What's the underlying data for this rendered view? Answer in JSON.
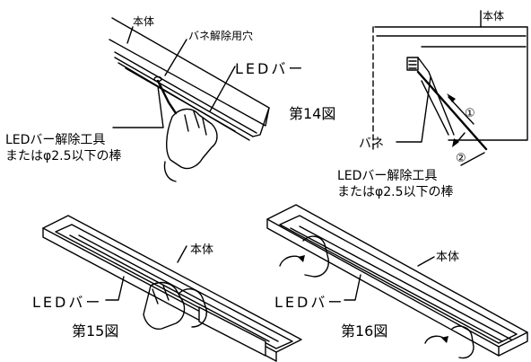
{
  "labels": {
    "main_body": "本体",
    "spring_release_hole": "バネ解除用穴",
    "led_bar": "LEDバー",
    "spring": "バネ",
    "tool_line1": "LEDバー解除工具",
    "tool_line2": "またはφ2.5以下の棒",
    "step1": "①",
    "step2": "②"
  },
  "figures": {
    "fig14": "第14図",
    "fig15": "第15図",
    "fig16": "第16図"
  }
}
